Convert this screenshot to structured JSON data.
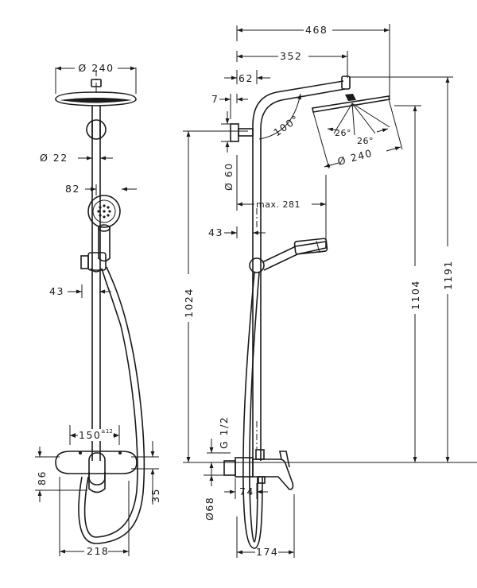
{
  "front_view": {
    "head_diameter": "Ø 240",
    "pipe_diameter": "Ø 22",
    "handshower_width": "82",
    "holder_offset": "43",
    "mixer_spacing": "150",
    "mixer_spacing_tolerance": "±12",
    "mixer_height": "86",
    "outlet_offset": "35",
    "overall_width": "218"
  },
  "side_view": {
    "projection_total": "468",
    "projection_arm": "352",
    "head_offset": "62",
    "wall_gap": "7",
    "arm_angle": "100°",
    "tilt_left": "26°",
    "tilt_right": "26°",
    "head_diameter": "Ø 240",
    "bracket_diameter": "Ø 60",
    "max_reach": "max. 281",
    "holder_offset": "43",
    "rail_height": "1024",
    "head_height": "1104",
    "overall_height": "1191",
    "thread": "G 1/2",
    "escutcheon_diameter": "Ø68",
    "mixer_depth": "74",
    "mixer_projection": "174"
  }
}
